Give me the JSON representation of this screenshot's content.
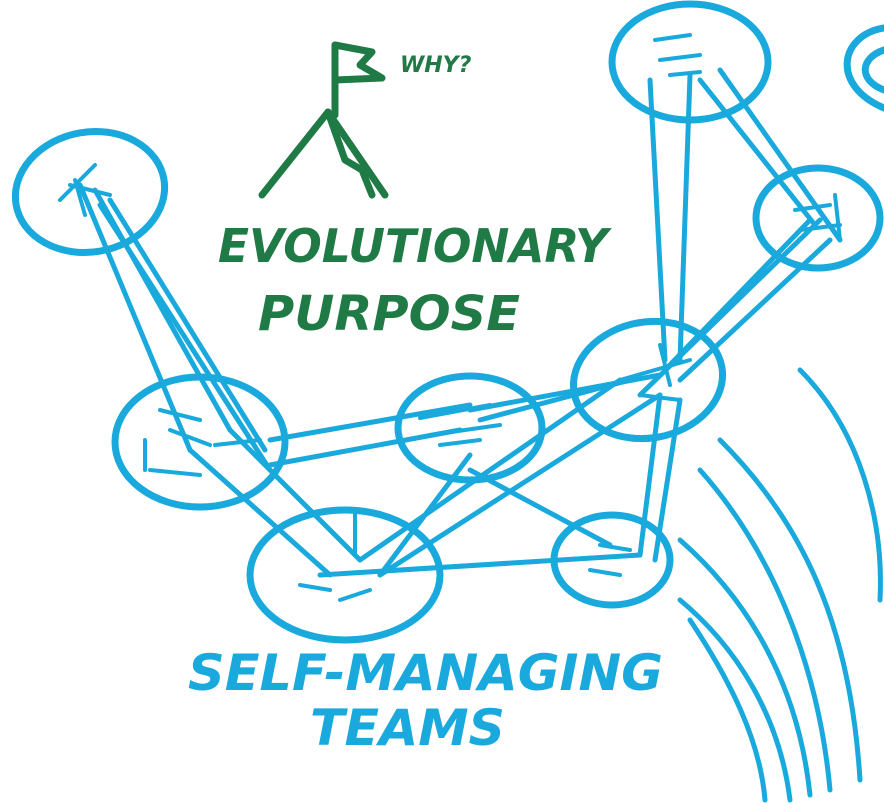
{
  "colors": {
    "blue": "#1aa9dc",
    "green": "#1f7a45",
    "background": "#ffffff"
  },
  "annotation": {
    "why": "WHY?"
  },
  "purpose": {
    "line1": "EVOLUTIONARY",
    "line2": "PURPOSE"
  },
  "teams": {
    "line1": "SELF-MANAGING",
    "line2": "TEAMS"
  },
  "icons": [
    "mountain-flag-icon"
  ]
}
